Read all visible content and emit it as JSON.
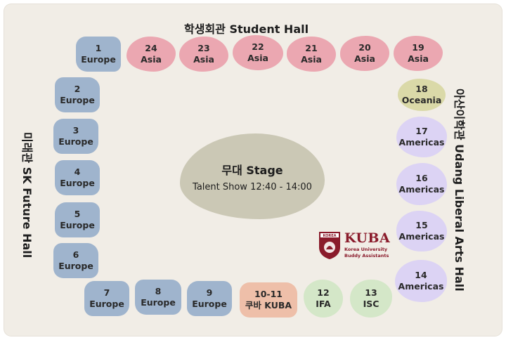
{
  "titles": {
    "top": "학생회관 Student Hall",
    "left": "미래관 SK Future Hall",
    "right": "아산이학관 Udang Liberal Arts Hall"
  },
  "stage": {
    "title": "무대 Stage",
    "subtitle": "Talent Show 12:40 - 14:00"
  },
  "logo": {
    "name": "KUBA",
    "tagline1": "Korea University",
    "tagline2": "Buddy Assistants",
    "seal_text": "KOREA"
  },
  "booths": {
    "b1": {
      "num": "1",
      "region": "Europe"
    },
    "b2": {
      "num": "2",
      "region": "Europe"
    },
    "b3": {
      "num": "3",
      "region": "Europe"
    },
    "b4": {
      "num": "4",
      "region": "Europe"
    },
    "b5": {
      "num": "5",
      "region": "Europe"
    },
    "b6": {
      "num": "6",
      "region": "Europe"
    },
    "b7": {
      "num": "7",
      "region": "Europe"
    },
    "b8": {
      "num": "8",
      "region": "Europe"
    },
    "b9": {
      "num": "9",
      "region": "Europe"
    },
    "b10": {
      "num": "10-11",
      "region": "쿠바 KUBA"
    },
    "b12": {
      "num": "12",
      "region": "IFA"
    },
    "b13": {
      "num": "13",
      "region": "ISC"
    },
    "b14": {
      "num": "14",
      "region": "Americas"
    },
    "b15": {
      "num": "15",
      "region": "Americas"
    },
    "b16": {
      "num": "16",
      "region": "Americas"
    },
    "b17": {
      "num": "17",
      "region": "Americas"
    },
    "b18": {
      "num": "18",
      "region": "Oceania"
    },
    "b19": {
      "num": "19",
      "region": "Asia"
    },
    "b20": {
      "num": "20",
      "region": "Asia"
    },
    "b21": {
      "num": "21",
      "region": "Asia"
    },
    "b22": {
      "num": "22",
      "region": "Asia"
    },
    "b23": {
      "num": "23",
      "region": "Asia"
    },
    "b24": {
      "num": "24",
      "region": "Asia"
    }
  },
  "colors": {
    "europe": "#9fb4cd",
    "asia": "#eba7b1",
    "americas": "#dcd3f4",
    "oceania": "#dad9a8",
    "ifa_isc": "#d4e7c8",
    "kuba": "#eebfa9",
    "stage": "#cbc8b5",
    "background": "#f1ede6",
    "logo": "#8a1b2b"
  }
}
